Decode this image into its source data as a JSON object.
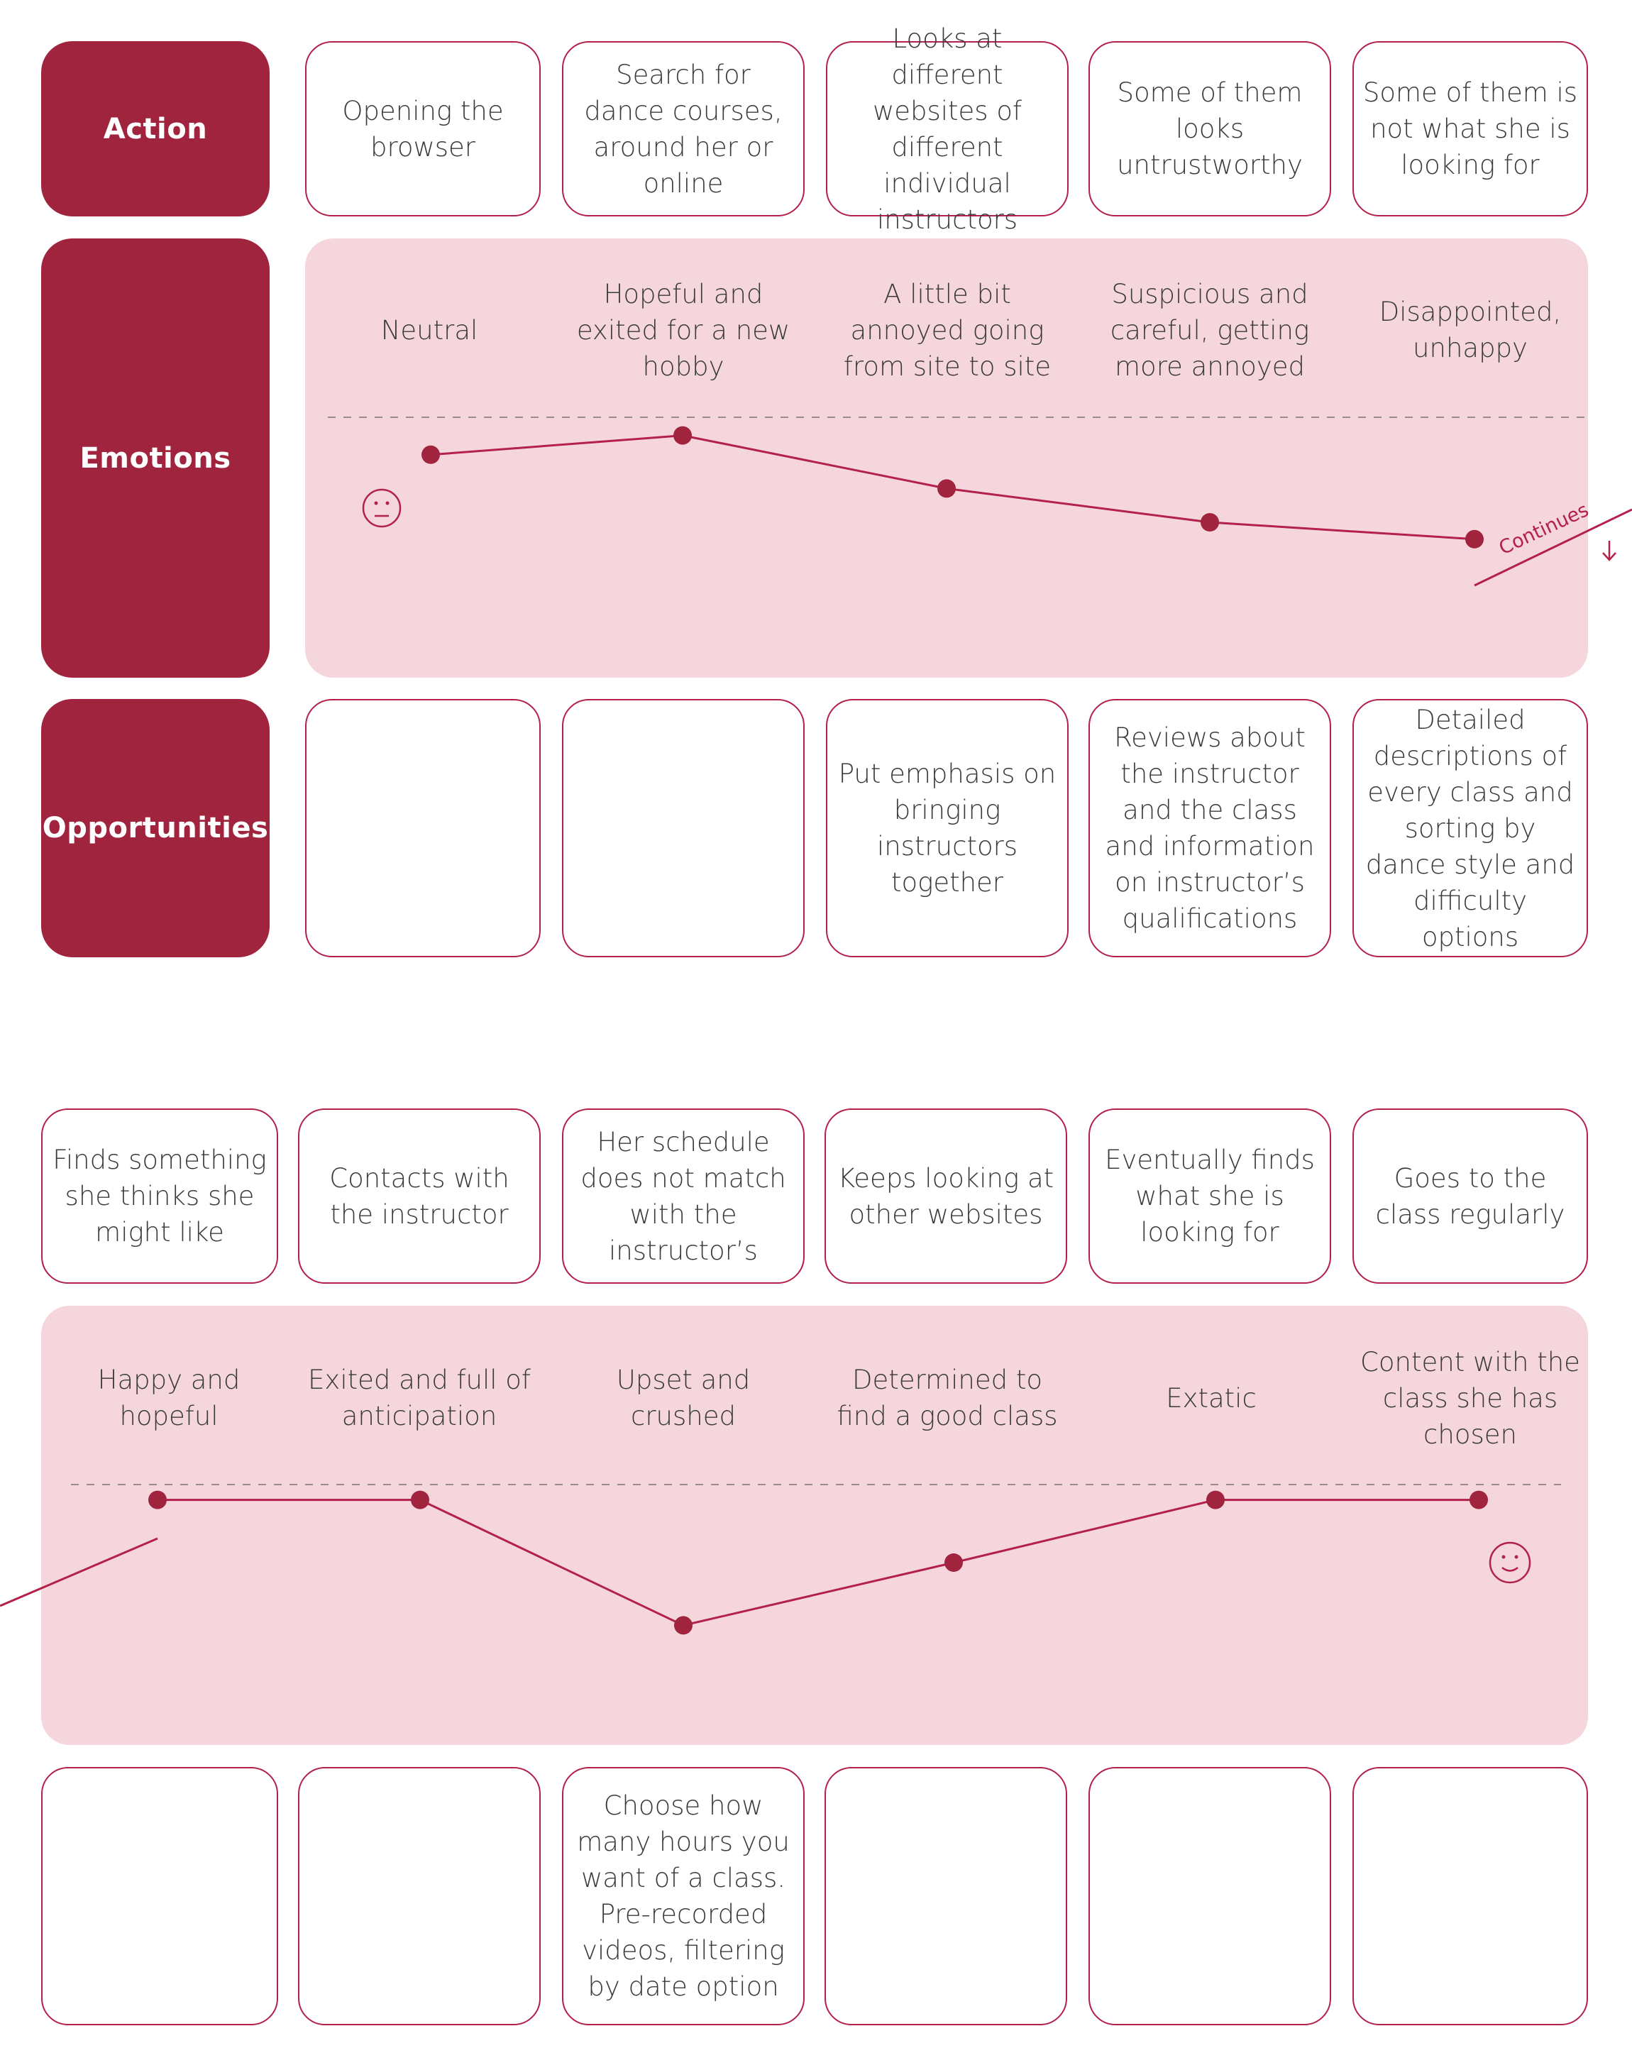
{
  "colors": {
    "accent": "#a0243d",
    "line": "#b3214a",
    "panel": "#f5d6dc",
    "text": "#3a3a3a"
  },
  "labels": {
    "action": "Action",
    "emotions": "Emotions",
    "opportunities": "Opportunities"
  },
  "part1": {
    "actions": [
      "Opening the browser",
      "Search for dance courses, around her or online",
      "Looks at different websites of different individual instructors",
      "Some of them looks untrustworthy",
      "Some of them is not what she is looking for"
    ],
    "emotions": [
      "Neutral",
      "Hopeful and exited for a new hobby",
      "A little bit annoyed going from site to site",
      "Suspicious and careful, getting more annoyed",
      "Disappointed, unhappy"
    ],
    "emotion_levels": [
      0.88,
      0.96,
      0.74,
      0.6,
      0.53
    ],
    "face": "neutral-face-icon",
    "continues": "Continues",
    "opportunities": [
      "",
      "",
      "Put emphasis on bringing instructors together",
      "Reviews about the instructor and the class and information on instructor’s qualifications",
      "Detailed descriptions of every class and sorting by dance style and difficulty options"
    ]
  },
  "part2": {
    "actions": [
      "Finds something she thinks she might like",
      "Contacts with the instructor",
      "Her schedule does not match with the instructor’s",
      "Keeps looking at other websites",
      "Eventually finds what she is looking for",
      "Goes to the class regularly"
    ],
    "emotions": [
      "Happy and hopeful",
      "Exited and full of anticipation",
      "Upset and crushed",
      "Determined to find a good class",
      "Extatic",
      "Content with the class she has chosen"
    ],
    "emotion_levels": [
      0.96,
      0.96,
      0.44,
      0.7,
      0.96,
      0.96
    ],
    "face": "smiling-face-icon",
    "opportunities": [
      "",
      "",
      "Choose how many hours you want of a class. Pre-recorded videos, filtering by date option",
      "",
      "",
      ""
    ]
  }
}
